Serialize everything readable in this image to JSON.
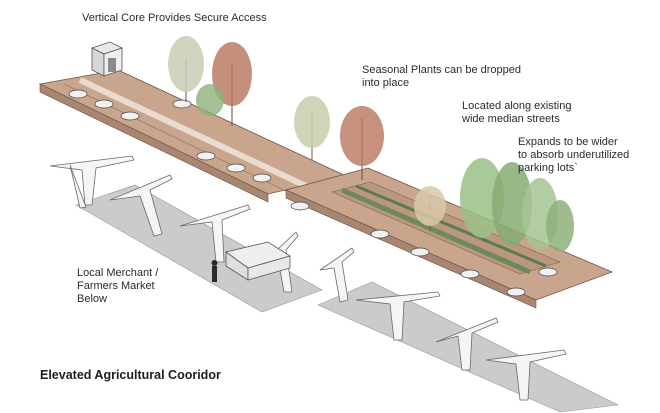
{
  "labels": {
    "vertical_core": "Vertical Core Provides Secure Access",
    "seasonal_plants_line1": "Seasonal Plants can be dropped",
    "seasonal_plants_line2": "into place",
    "located_line1": "Located along existing",
    "located_line2": "wide median streets",
    "expands_line1": "Expands to be wider",
    "expands_line2": "to absorb underutilized",
    "expands_line3": "parking lots`",
    "market_line1": "Local Merchant /",
    "market_line2": "Farmers Market",
    "market_line3": "Below"
  },
  "title": "Elevated Agricultural Cooridor",
  "colors": {
    "deck": "#c8a58c",
    "deck_shade": "#a98672",
    "ground": "#c9c9c9",
    "columns": "#f4f4f4",
    "planter": "#6e8a5a",
    "tree_green": "#8fb07a",
    "tree_autumn": "#b5735a"
  }
}
